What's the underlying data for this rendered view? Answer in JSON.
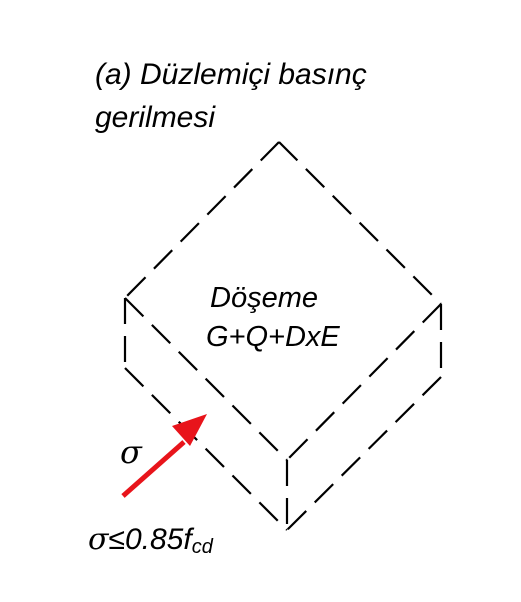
{
  "caption": {
    "line1": "(a) Düzlemiçi basınç",
    "line2": "gerilmesi"
  },
  "slab": {
    "name": "Döşeme",
    "load_combination": "G+Q+DxE"
  },
  "stress": {
    "symbol": "σ",
    "condition_symbol": "σ",
    "condition_rest": "≤0.85f",
    "condition_subscript": "cd"
  },
  "colors": {
    "line": "#000000",
    "arrow": "#e8141b",
    "background": "#ffffff"
  }
}
